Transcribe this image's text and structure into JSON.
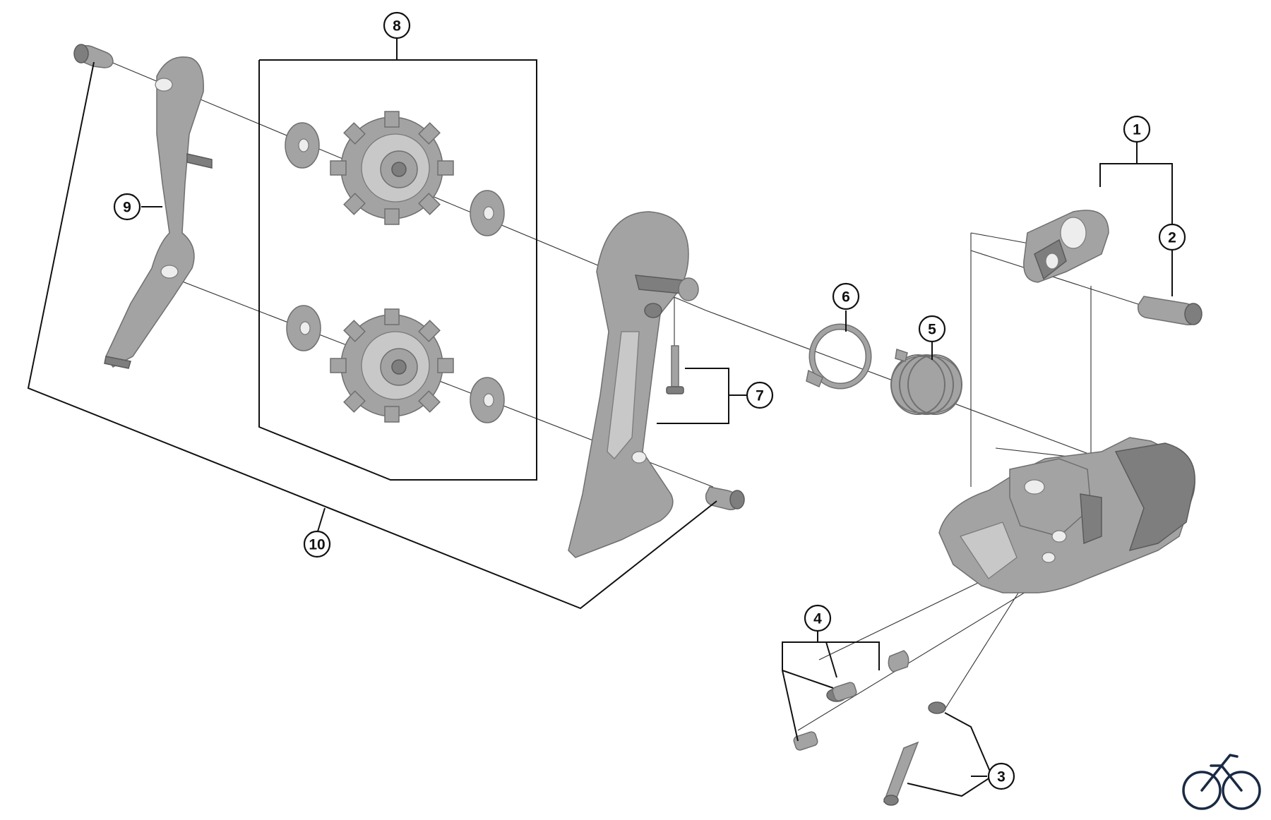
{
  "callouts": {
    "c1": "1",
    "c2": "2",
    "c3": "3",
    "c4": "4",
    "c5": "5",
    "c6": "6",
    "c7": "7",
    "c8": "8",
    "c9": "9",
    "c10": "10"
  },
  "icons": {
    "brand_logo": "bicycle-icon"
  },
  "colors": {
    "part_fill": "#a3a3a3",
    "line": "#111111",
    "logo": "#1a2a44"
  }
}
